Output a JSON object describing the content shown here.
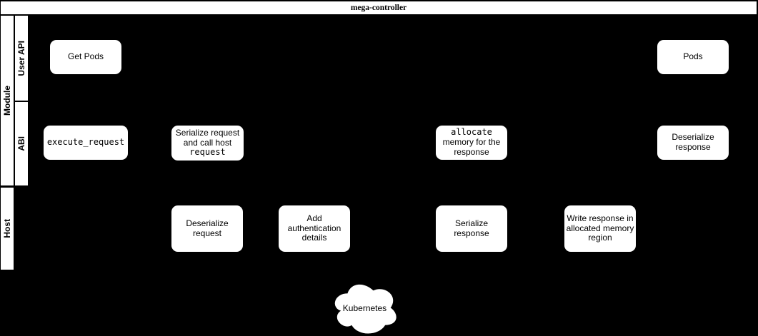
{
  "diagram": {
    "title": "mega-controller",
    "lanes": {
      "module": {
        "label": "Module"
      },
      "user_api": {
        "label": "User API"
      },
      "abi": {
        "label": "ABI"
      },
      "host": {
        "label": "Host"
      }
    },
    "boxes": {
      "get_pods": {
        "lane": "User API",
        "lines": [
          "Get Pods"
        ]
      },
      "pods": {
        "lane": "User API",
        "lines": [
          "Pods"
        ]
      },
      "execute_request": {
        "lane": "ABI",
        "lines": [
          "execute_request"
        ]
      },
      "serialize_request": {
        "lane": "ABI",
        "lines": [
          "Serialize request",
          "and call host",
          "request"
        ]
      },
      "allocate_memory": {
        "lane": "ABI",
        "lines": [
          "allocate",
          "memory for the",
          "response"
        ]
      },
      "deserialize_response": {
        "lane": "ABI",
        "lines": [
          "Deserialize",
          "response"
        ]
      },
      "deserialize_request": {
        "lane": "Host",
        "lines": [
          "Deserialize",
          "request"
        ]
      },
      "add_authentication": {
        "lane": "Host",
        "lines": [
          "Add",
          "authentication",
          "details"
        ]
      },
      "serialize_response": {
        "lane": "Host",
        "lines": [
          "Serialize",
          "response"
        ]
      },
      "write_response": {
        "lane": "Host",
        "lines": [
          "Write response in",
          "allocated memory",
          "region"
        ]
      }
    },
    "cloud": {
      "label": "Kubernetes"
    }
  },
  "colors": {
    "background": "#000000",
    "shape_fill": "#ffffff",
    "text": "#000000"
  }
}
